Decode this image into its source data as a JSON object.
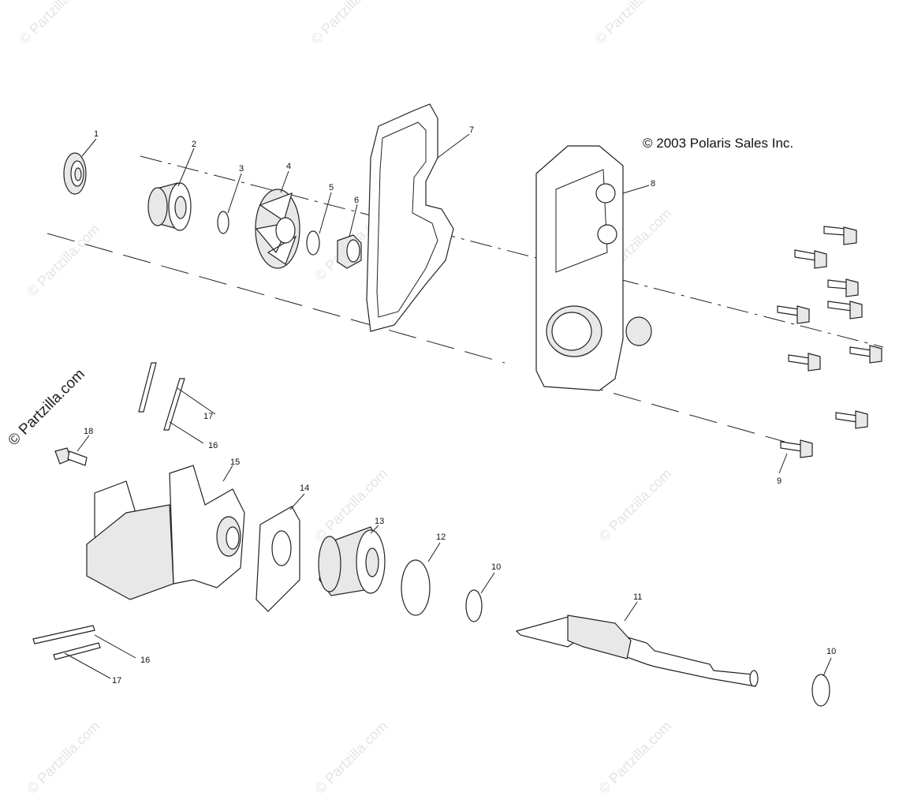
{
  "copyright": "© 2003 Polaris Sales Inc.",
  "logo_text": "© Partzilla.com",
  "watermark_text": "© Partzilla.com",
  "callouts": [
    "1",
    "2",
    "3",
    "4",
    "5",
    "6",
    "7",
    "8",
    "9",
    "10",
    "10",
    "11",
    "12",
    "13",
    "14",
    "15",
    "16",
    "16",
    "17",
    "17",
    "18"
  ]
}
